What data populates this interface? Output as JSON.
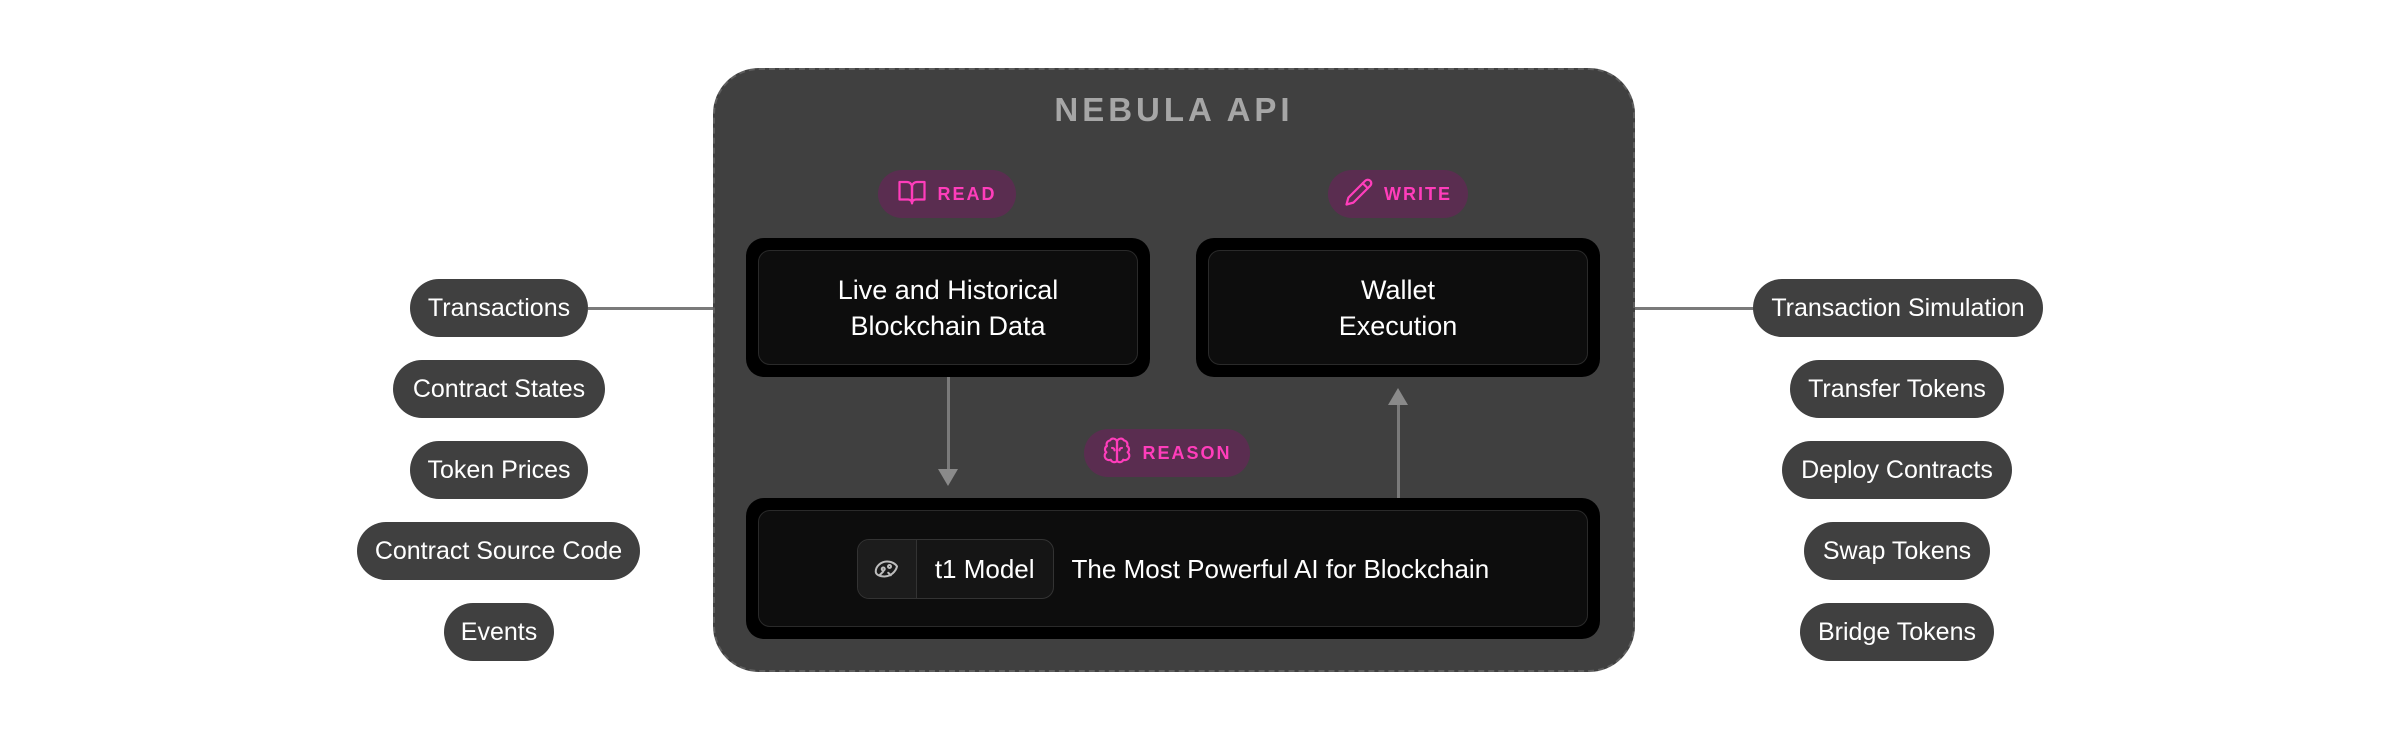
{
  "api": {
    "title": "NEBULA API"
  },
  "badges": {
    "read": "READ",
    "write": "WRITE",
    "reason": "REASON"
  },
  "cards": {
    "read_line1": "Live and Historical",
    "read_line2": "Blockchain Data",
    "write_line1": "Wallet",
    "write_line2": "Execution"
  },
  "model": {
    "name": "t1 Model",
    "description": "The Most Powerful AI for Blockchain"
  },
  "read_sources": [
    "Transactions",
    "Contract States",
    "Token Prices",
    "Contract Source Code",
    "Events"
  ],
  "write_actions": [
    "Transaction Simulation",
    "Transfer Tokens",
    "Deploy Contracts",
    "Swap Tokens",
    "Bridge Tokens"
  ],
  "colors": {
    "accent": "#ff3dbb",
    "container": "#404040",
    "card": "#000000"
  },
  "icons": {
    "read": "book-open-icon",
    "write": "pencil-icon",
    "reason": "brain-icon",
    "model": "model-chip-icon"
  }
}
